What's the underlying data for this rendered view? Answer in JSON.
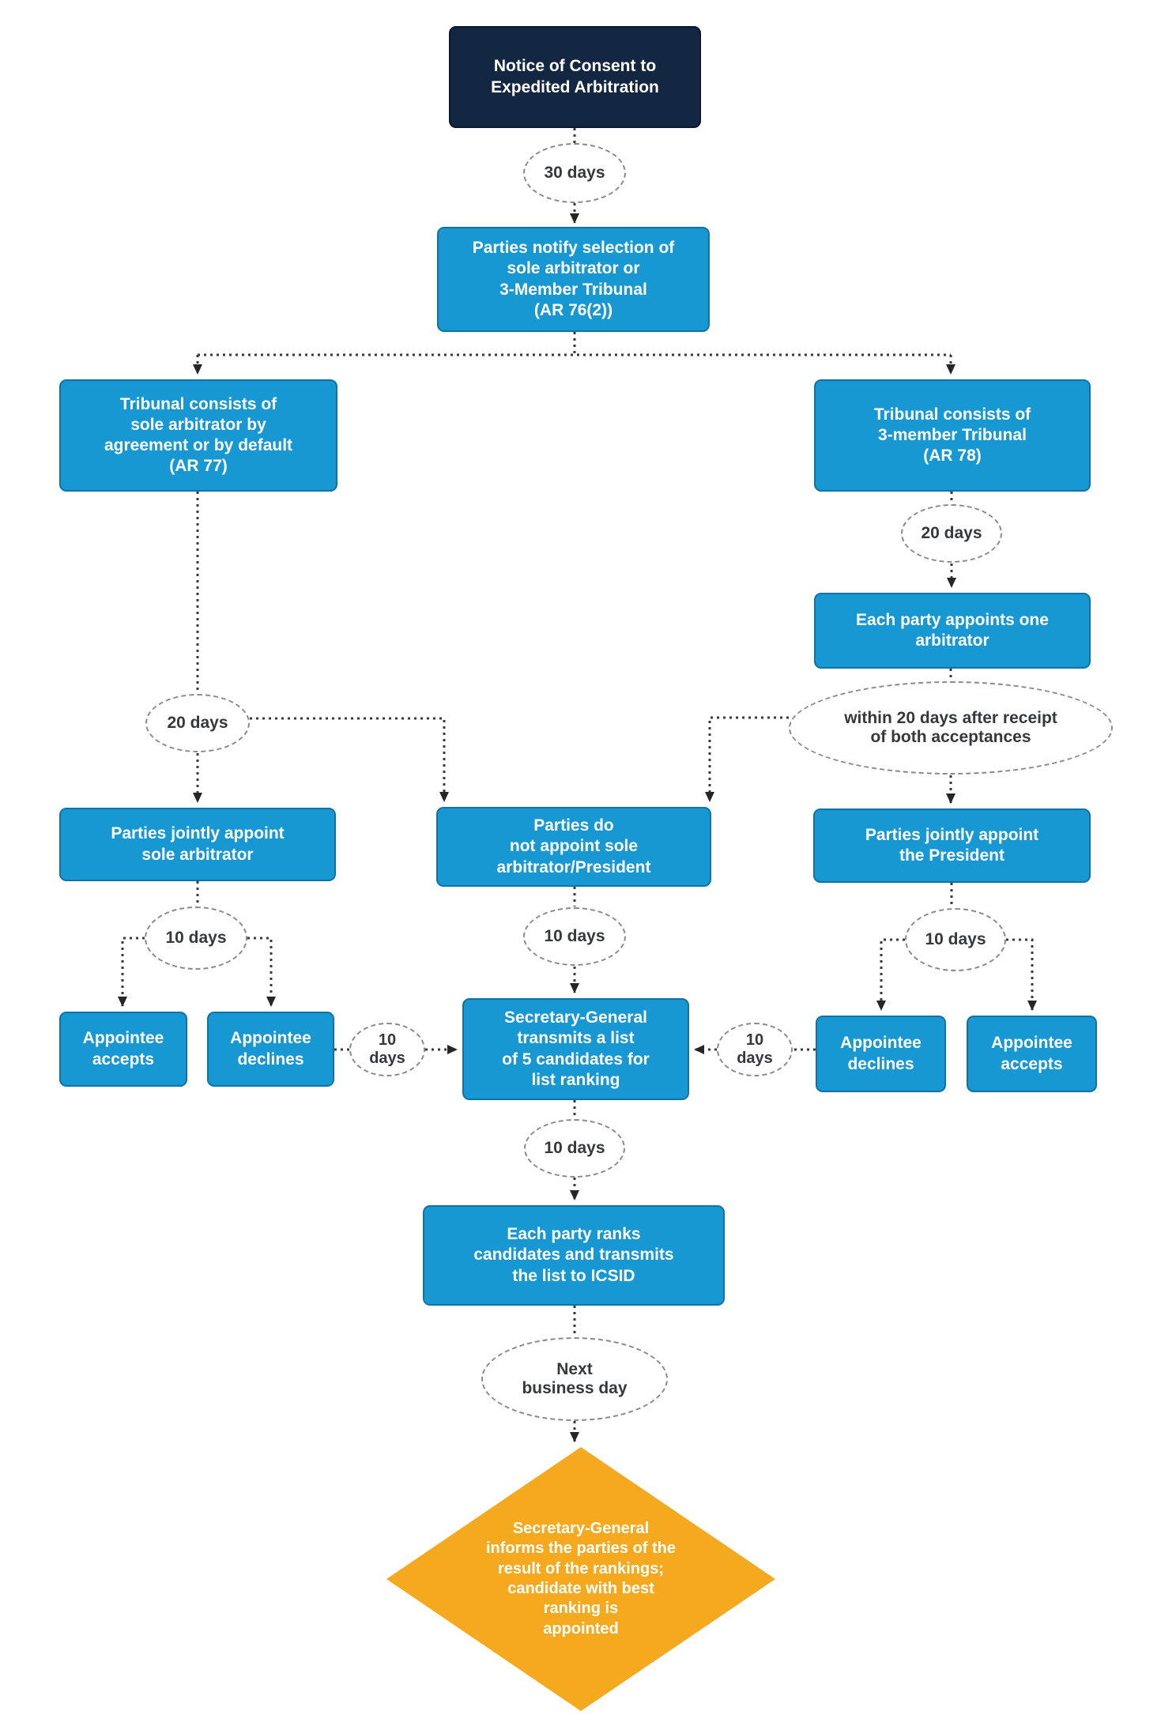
{
  "colors": {
    "navy": "#132642",
    "blue": "#1898D2",
    "orange": "#F5A91E",
    "oval_border": "#8a8a8a",
    "connector": "#3a3a3a"
  },
  "nodes": {
    "notice": {
      "label": "Notice of Consent to\nExpedited Arbitration"
    },
    "notify": {
      "label": "Parties notify selection of\nsole arbitrator or\n3-Member Tribunal\n(AR 76(2))"
    },
    "tribunal_sole": {
      "label": "Tribunal consists of\nsole arbitrator by\nagreement or by default\n(AR 77)"
    },
    "tribunal_3member": {
      "label": "Tribunal consists of\n3-member Tribunal\n(AR 78)"
    },
    "each_party_appoints": {
      "label": "Each party appoints one\narbitrator"
    },
    "jointly_sole": {
      "label": "Parties jointly appoint\nsole arbitrator"
    },
    "do_not_appoint": {
      "label": "Parties do\nnot appoint sole\narbitrator/President"
    },
    "jointly_president": {
      "label": "Parties jointly appoint\nthe President"
    },
    "appointee_accepts_left": {
      "label": "Appointee\naccepts"
    },
    "appointee_declines_left": {
      "label": "Appointee\ndeclines"
    },
    "sg_transmits": {
      "label": "Secretary-General\ntransmits a list\nof 5 candidates for\nlist ranking"
    },
    "appointee_declines_right": {
      "label": "Appointee\ndeclines"
    },
    "appointee_accepts_right": {
      "label": "Appointee\naccepts"
    },
    "each_party_ranks": {
      "label": "Each party ranks\ncandidates and transmits\nthe list to ICSID"
    },
    "sg_informs": {
      "label": "Secretary-General\ninforms the parties of the\nresult of the rankings;\ncandidate with best\nranking is\nappointed"
    }
  },
  "timers": {
    "t30": "30 days",
    "t20_left": "20 days",
    "t20_right": "20 days",
    "within20": "within 20 days after receipt\nof both acceptances",
    "t10_left": "10 days",
    "t10_mid": "10 days",
    "t10_right": "10 days",
    "t10_small_left": "10\ndays",
    "t10_small_right": "10\ndays",
    "t10_bottom": "10 days",
    "next_business_day": "Next\nbusiness day"
  }
}
